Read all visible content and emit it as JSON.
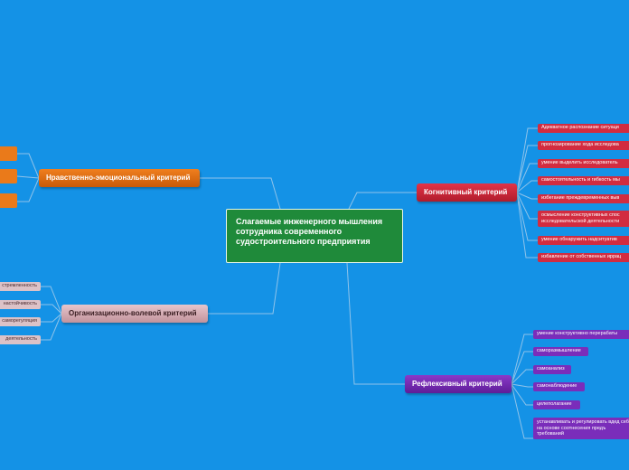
{
  "central": {
    "label": "Слагаемые инженерного мышления сотрудника современного судостроительного предприятия"
  },
  "branches": {
    "moral": {
      "label": "Нравственно-эмоциональный критерий",
      "items": [
        "",
        "",
        ""
      ]
    },
    "volitional": {
      "label": "Организационно-волевой критерий",
      "items": [
        "стремленность",
        "настойчивость",
        "саморегуляция",
        "деятельность"
      ]
    },
    "cognitive": {
      "label": "Когнитивный критерий",
      "items": [
        "Адекватное распознание ситуаци",
        "прогнозирование хода исследова",
        "умение выделить исследователь",
        "самостоятельность и гибкость мы",
        "избегание преждевременных выв",
        "осмысление конструктивных спос исследовательской деятельности",
        "умение обнаружить надситуатив",
        "избавление от собственных иррац"
      ]
    },
    "reflexive": {
      "label": "Рефлексивный критерий",
      "items": [
        "умение конструктивно перерабаты",
        "саморазмышление",
        "самоанализ",
        "самонаблюдение",
        "целеполагание",
        "устанавливать и регулировать вдед себя на основе соотнесения предъ требований"
      ]
    }
  },
  "colors": {
    "background": "#1492e6",
    "central": "#1f8a3a",
    "moral": "#e8781a",
    "volitional": "#d6aeb5",
    "cognitive": "#d22c40",
    "reflexive": "#7a2dba",
    "connector": "#8fc3ea"
  }
}
